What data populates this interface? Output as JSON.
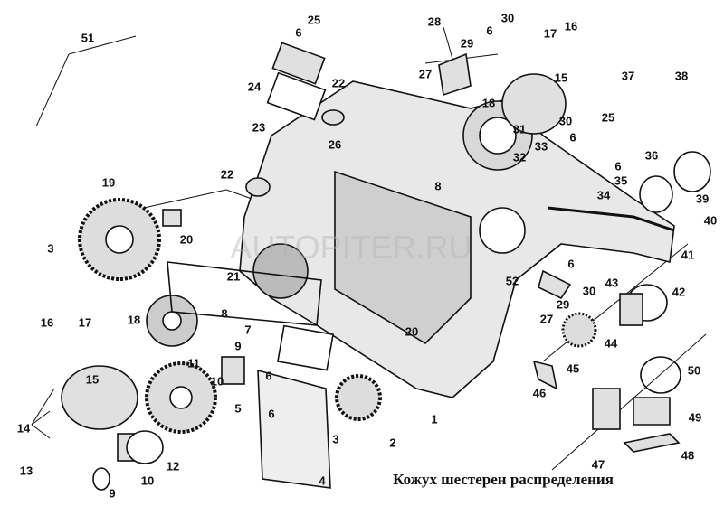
{
  "caption": "Кожух шестерен распределения",
  "watermark": "AUTOPITER.RU",
  "labels": [
    "51",
    "25",
    "6",
    "28",
    "30",
    "6",
    "16",
    "17",
    "29",
    "15",
    "37",
    "38",
    "24",
    "22",
    "27",
    "18",
    "23",
    "31",
    "25",
    "30",
    "6",
    "33",
    "26",
    "32",
    "6",
    "36",
    "35",
    "8",
    "22",
    "34",
    "39",
    "19",
    "20",
    "40",
    "3",
    "41",
    "21",
    "52",
    "6",
    "30",
    "29",
    "43",
    "42",
    "18",
    "8",
    "27",
    "16",
    "17",
    "7",
    "9",
    "20",
    "44",
    "45",
    "11",
    "10",
    "6",
    "15",
    "46",
    "50",
    "5",
    "6",
    "1",
    "2",
    "49",
    "3",
    "14",
    "12",
    "13",
    "10",
    "9",
    "47",
    "48",
    "4"
  ]
}
